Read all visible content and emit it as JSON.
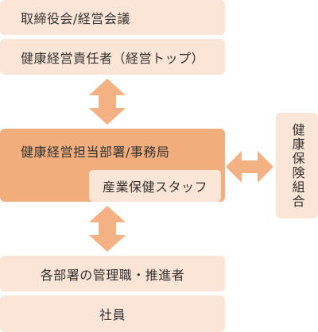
{
  "boxes": {
    "board": "取締役会/経営会議",
    "management": "健康経営責任者（経営トップ）",
    "office": "健康経営担当部署/事務局",
    "staff": "産業保健スタッフ",
    "managers": "各部署の管理職・推進者",
    "employees": "社員",
    "insurance": "健康保険組合"
  },
  "colors": {
    "light_box": "#fbe5d6",
    "dark_box": "#f2ad7d",
    "arrow": "#f4b183",
    "text": "#333333"
  }
}
